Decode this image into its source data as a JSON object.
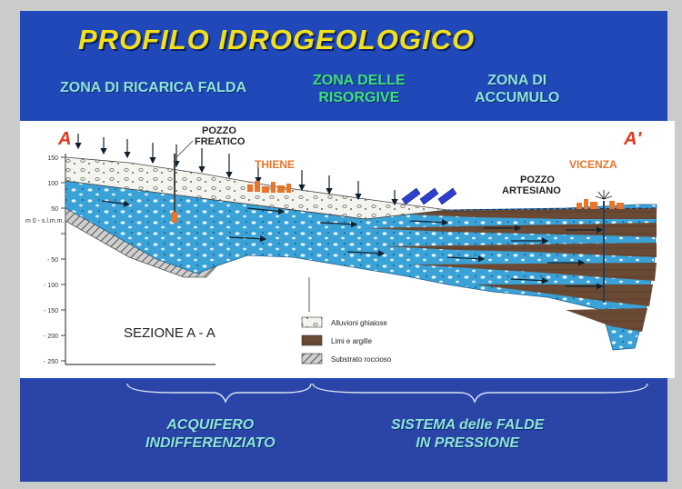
{
  "title": "PROFILO IDROGEOLOGICO",
  "zones": {
    "ricarica": [
      "ZONA DI RICARICA FALDA"
    ],
    "risorgive": [
      "ZONA DELLE",
      "RISORGIVE"
    ],
    "accumulo": [
      "ZONA DI",
      "ACCUMULO"
    ]
  },
  "section": {
    "marker_a": "A",
    "marker_a_prime": "A'",
    "well_freatico": [
      "POZZO",
      "FREATICO"
    ],
    "well_artesiano": [
      "POZZO",
      "ARTESIANO"
    ],
    "town_thiene": "THIENE",
    "town_vicenza": "VICENZA",
    "section_label": "SEZIONE A - A",
    "axis_unit": "m 0 - s.l.m.m.",
    "y_ticks": [
      "150",
      "100",
      "50",
      "0",
      "- 50",
      "- 100",
      "- 150",
      "- 200",
      "- 250"
    ]
  },
  "legend": [
    {
      "label": "Alluvioni ghiaiose",
      "swatch": "gravel"
    },
    {
      "label": "Limi e argille",
      "swatch": "clay"
    },
    {
      "label": "Substrato roccioso",
      "swatch": "rock"
    }
  ],
  "bottom": {
    "left": [
      "ACQUIFERO",
      "INDIFFERENZIATO"
    ],
    "right": [
      "SISTEMA delle FALDE",
      "IN PRESSIONE"
    ]
  },
  "colors": {
    "slide_blue": "#2148b8",
    "title_yellow": "#f2e11a",
    "zone_cyan": "#8ee4d8",
    "zone_green": "#3fe07a",
    "aquifer_blue": "#3aa2d6",
    "clay_brown": "#6b4a35",
    "town_orange": "#e8752a",
    "marker_red": "#e03a1e"
  }
}
